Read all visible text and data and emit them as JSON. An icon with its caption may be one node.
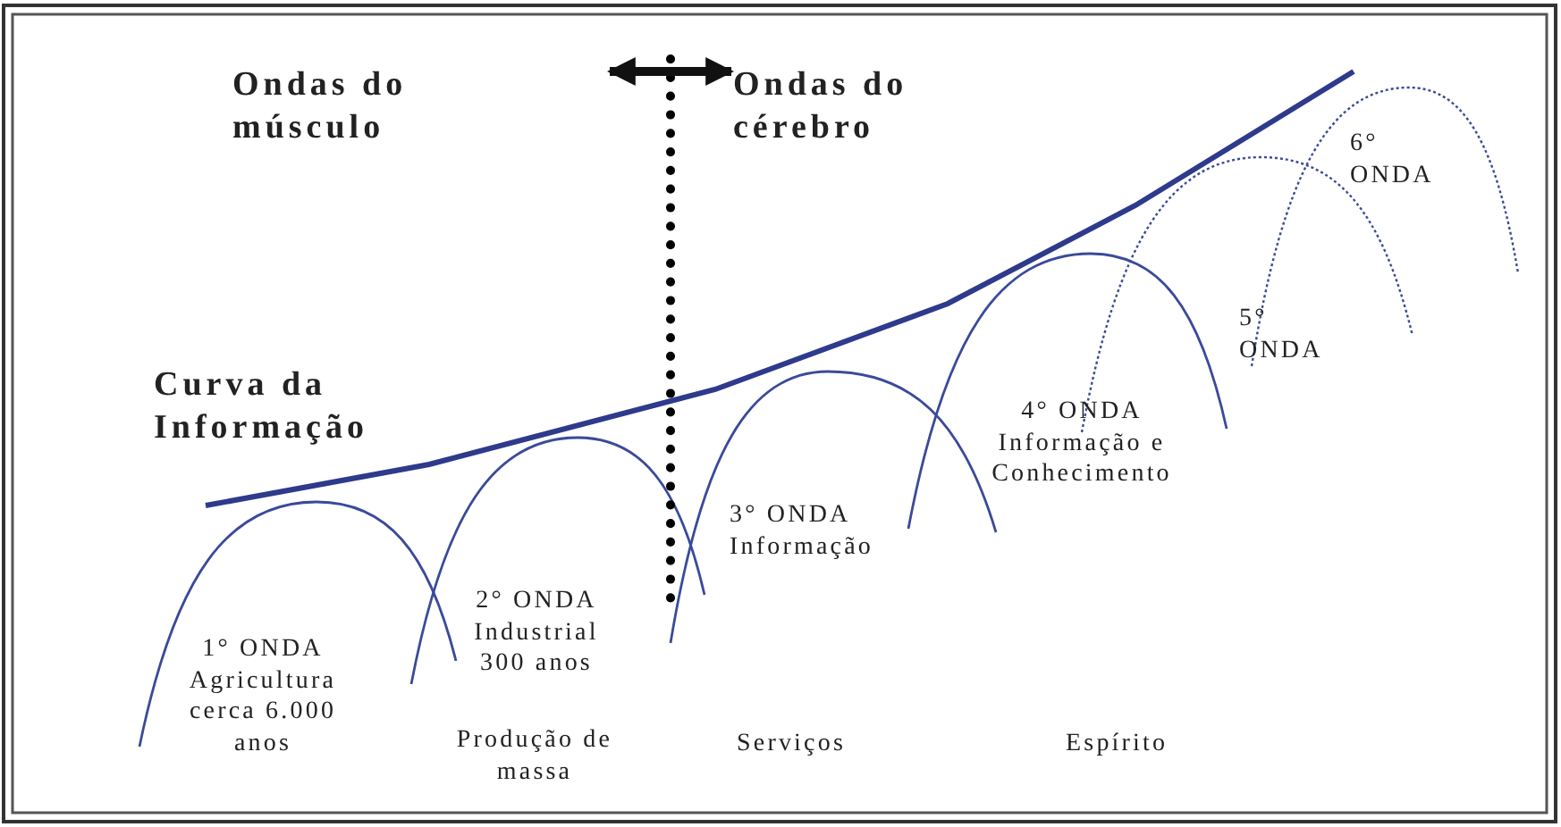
{
  "diagram": {
    "labels": [
      "Ondas do músculo",
      "Ondas do cérebro",
      "6° ONDA",
      "5° ONDA",
      "Curva da Informação",
      "4° ONDA Informação e Conhecimento",
      "3° ONDA Informação",
      "2° ONDA Industrial 300 anos",
      "1° ONDA Agricultura cerca 6.000 anos",
      "Produção de massa",
      "Serviços",
      "Espírito"
    ]
  }
}
